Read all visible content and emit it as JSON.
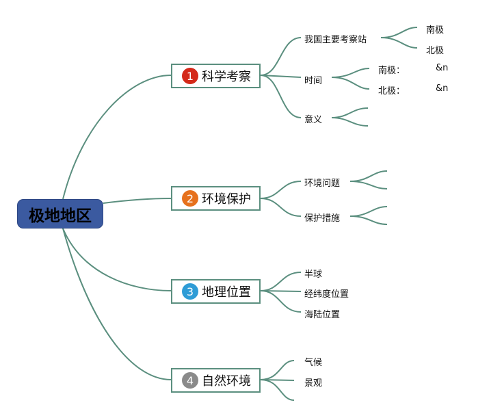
{
  "root": {
    "label": "极地地区"
  },
  "branches": [
    {
      "num": "1",
      "label": "科学考察",
      "color": "#d42a1a"
    },
    {
      "num": "2",
      "label": "环境保护",
      "color": "#e6711d"
    },
    {
      "num": "3",
      "label": "地理位置",
      "color": "#2e9cd6"
    },
    {
      "num": "4",
      "label": "自然环境",
      "color": "#8a8a8a"
    }
  ],
  "science": {
    "stations": {
      "label": "我国主要考察站",
      "south": "南极",
      "north": "北极"
    },
    "time": {
      "label": "时间",
      "south": "南极：",
      "north": "北极：",
      "south_value": "&n",
      "north_value": "&n"
    },
    "meaning": {
      "label": "意义"
    }
  },
  "environment_protection": {
    "problems": "环境问题",
    "measures": "保护措施"
  },
  "location": {
    "hemisphere": "半球",
    "latlon": "经纬度位置",
    "land_sea": "海陆位置"
  },
  "natural": {
    "climate": "气候",
    "landscape": "景观"
  },
  "line_color": "#5b8f7f"
}
